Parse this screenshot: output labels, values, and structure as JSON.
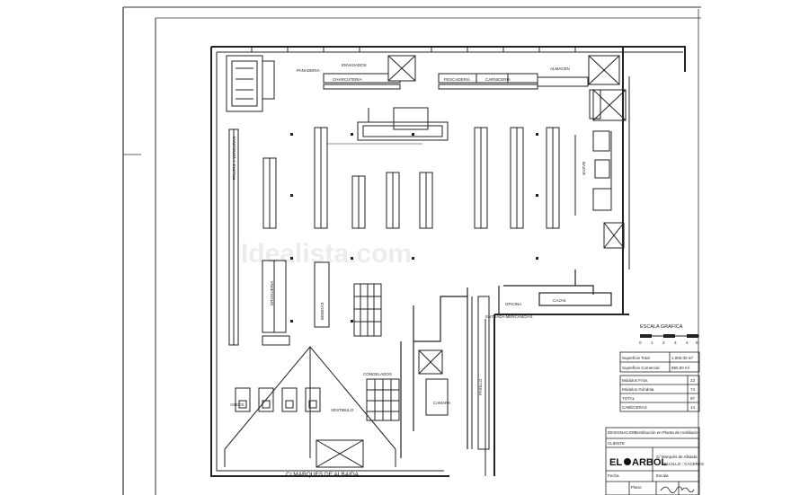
{
  "plan": {
    "street_label": "C/ MARQUES DE ALBAIDA",
    "room_labels": {
      "top_left_room": "PANADERIA",
      "top_center_room": "ENVASADOS",
      "top_right_room": "ALMACEN",
      "counter_1": "CHARCUTERIA",
      "counter_2": "PESCADERIA",
      "counter_3": "CARNICERIA",
      "side_section": "BAZAR",
      "left_counter": "FRUTAS Y VERDURAS",
      "shelf_a": "DROGUERIA",
      "shelf_b": "BEBIDAS",
      "cashier_area": "CAJAS",
      "office": "OFICINA",
      "corridor": "PASILLO",
      "store_room": "CAMARA",
      "goods_entry": "ENTRADA MERCANCIAS",
      "vestibule": "VESTIBULO",
      "frozen": "CONGELADOS",
      "wc": "ASEOS"
    },
    "watermark": "Idealista.com"
  },
  "scale": {
    "title": "ESCALA GRAFICA",
    "ticks": [
      "0",
      "1",
      "2",
      "3",
      "4",
      "5"
    ]
  },
  "surfaces": {
    "rows": [
      {
        "label": "Superficie Total",
        "value": "1.000,00 m²"
      },
      {
        "label": "Superficie Comercial",
        "value": "890,00 m²"
      }
    ]
  },
  "counts": {
    "rows": [
      {
        "label": "Módulos Fríos",
        "value": "23"
      },
      {
        "label": "Módulos Góndola",
        "value": "74"
      },
      {
        "label": "TOTAL",
        "value": "97"
      },
      {
        "label": "CABECERAS",
        "value": "14"
      }
    ]
  },
  "title_block": {
    "designation_label": "DESIGNACION",
    "designation_value": "Distribución en Planta de mobiliario",
    "client_label": "CLIENTE",
    "logo_text_1": "EL",
    "logo_text_2": "ARBOL",
    "address_1": "C/ Marqués de Albaida",
    "address_2": "TRUJILLO - CÁCERES",
    "footer_1": "Fecha",
    "footer_2": "Escala",
    "footer_3": "Plano"
  },
  "colors": {
    "line": "#222222",
    "paper": "#ffffff"
  }
}
